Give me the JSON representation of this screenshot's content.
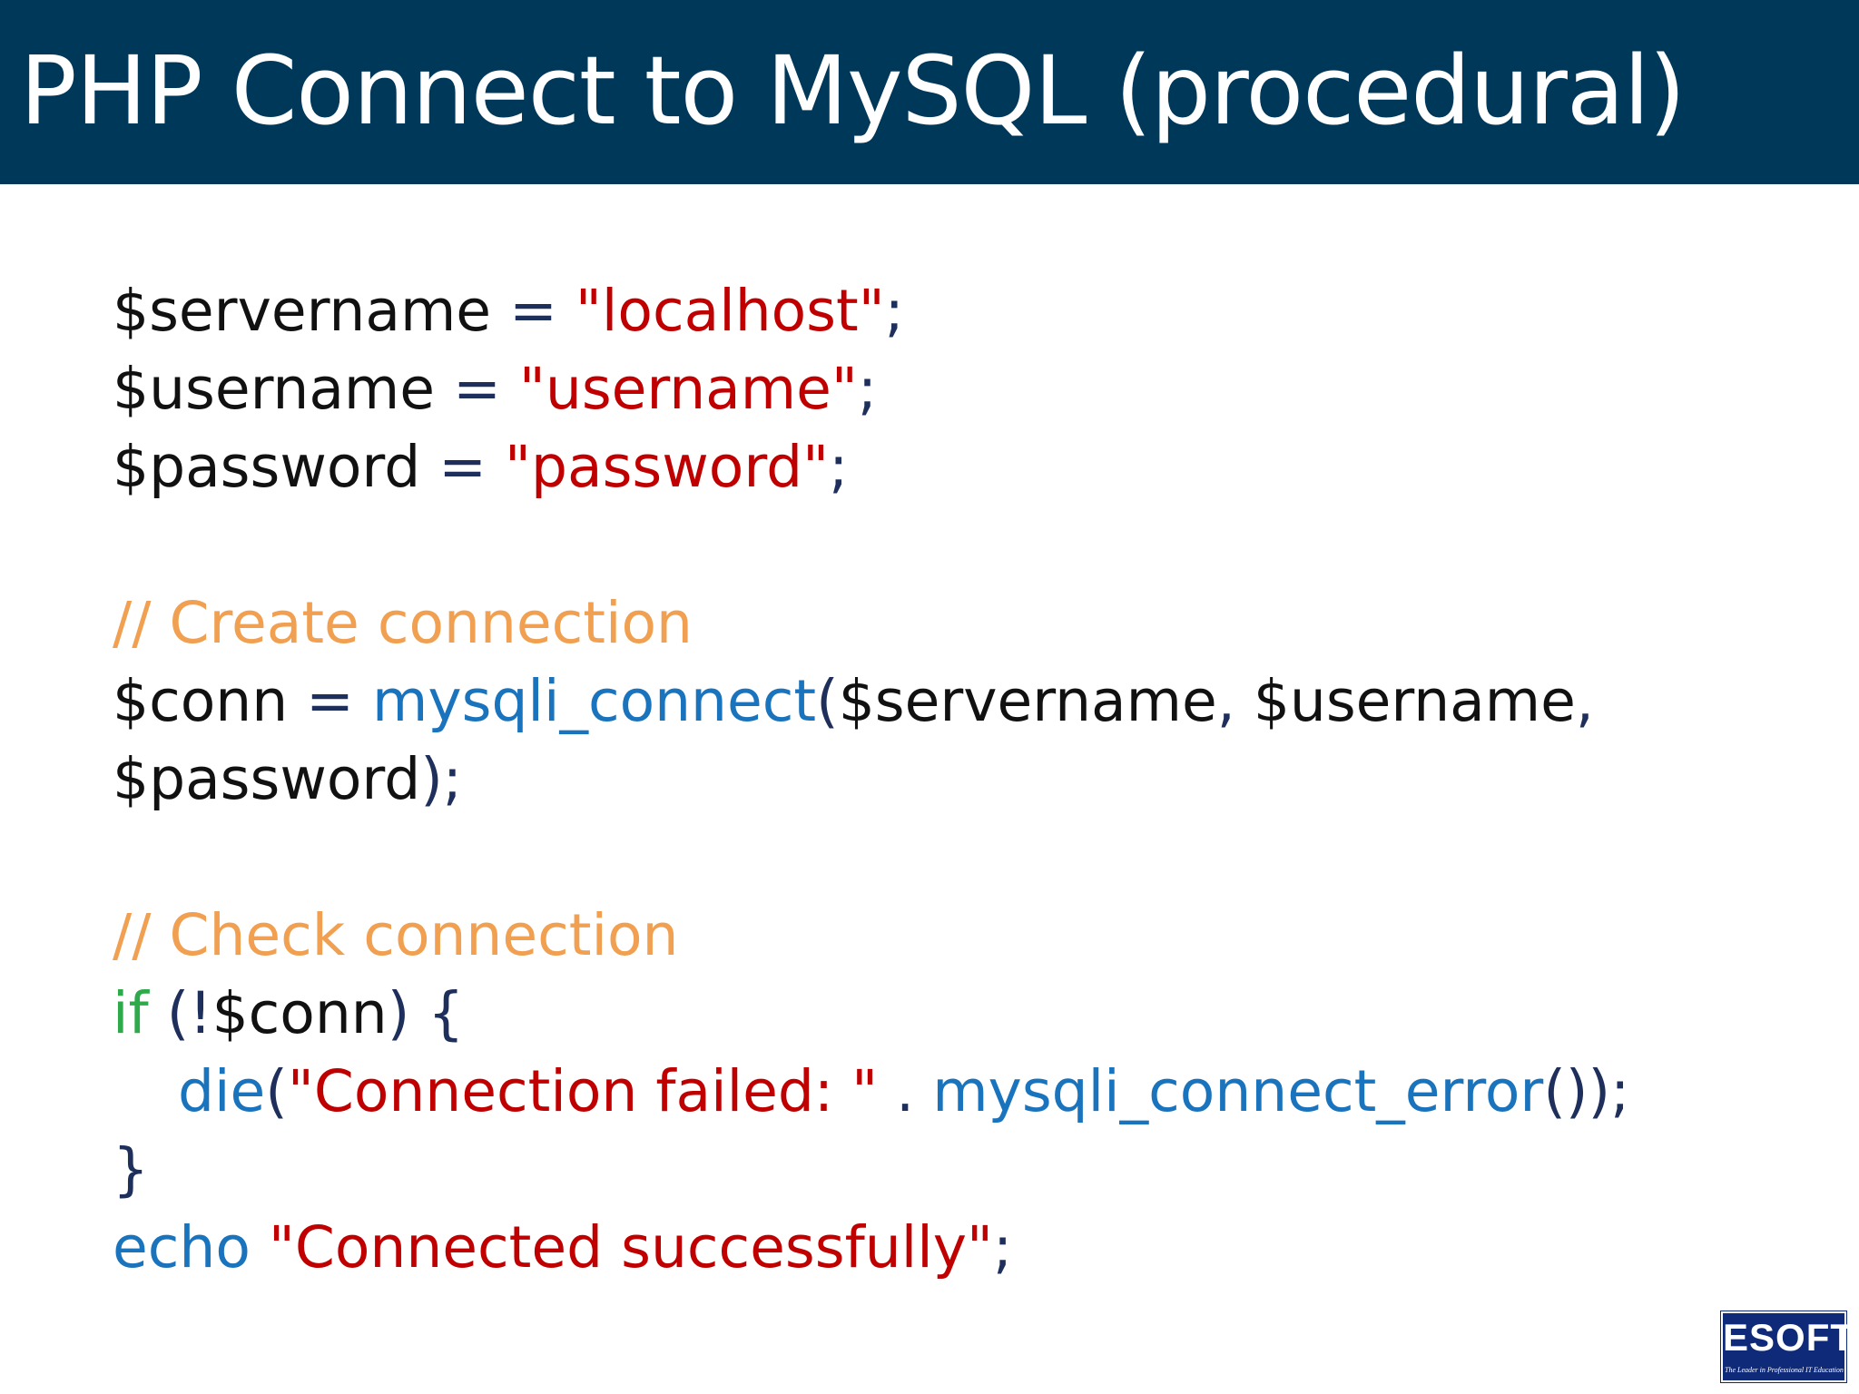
{
  "slide": {
    "title": "PHP Connect to MySQL (procedural)"
  },
  "code": {
    "line1": {
      "var": "$servername",
      "op": " = ",
      "str": "\"localhost\"",
      "end": ";"
    },
    "line2": {
      "var": "$username",
      "op": " = ",
      "str": "\"username\"",
      "end": ";"
    },
    "line3": {
      "var": "$password",
      "op": " = ",
      "str": "\"password\"",
      "end": ";"
    },
    "comment1": "// Create connection",
    "line4": {
      "var": "$conn",
      "op": " = ",
      "fn": "mysqli_connect",
      "open": "(",
      "arg1": "$servername",
      "comma1": ", ",
      "arg2": "$username",
      "comma2": ","
    },
    "line5": {
      "arg3": "$password",
      "close": ");"
    },
    "comment2": "// Check connection",
    "line6": {
      "kw": "if",
      "open": " (!",
      "var": "$conn",
      "close": ") {"
    },
    "line7": {
      "fn": "die",
      "open": "(",
      "str": "\"Connection failed: \"",
      "dot": " . ",
      "fn2": "mysqli_connect_error",
      "close": "());"
    },
    "line8": "}",
    "line9": {
      "kw": "echo",
      "space": " ",
      "str": "\"Connected successfully\"",
      "end": ";"
    }
  },
  "logo": {
    "text": "ESOFT",
    "tagline": "The Leader in Professional IT Education"
  },
  "colors": {
    "title_bar": "#00385a",
    "string": "#c00000",
    "comment": "#f0a050",
    "function": "#1a73bd",
    "keyword": "#2eaa4b",
    "punctuation": "#1f2f5c"
  }
}
